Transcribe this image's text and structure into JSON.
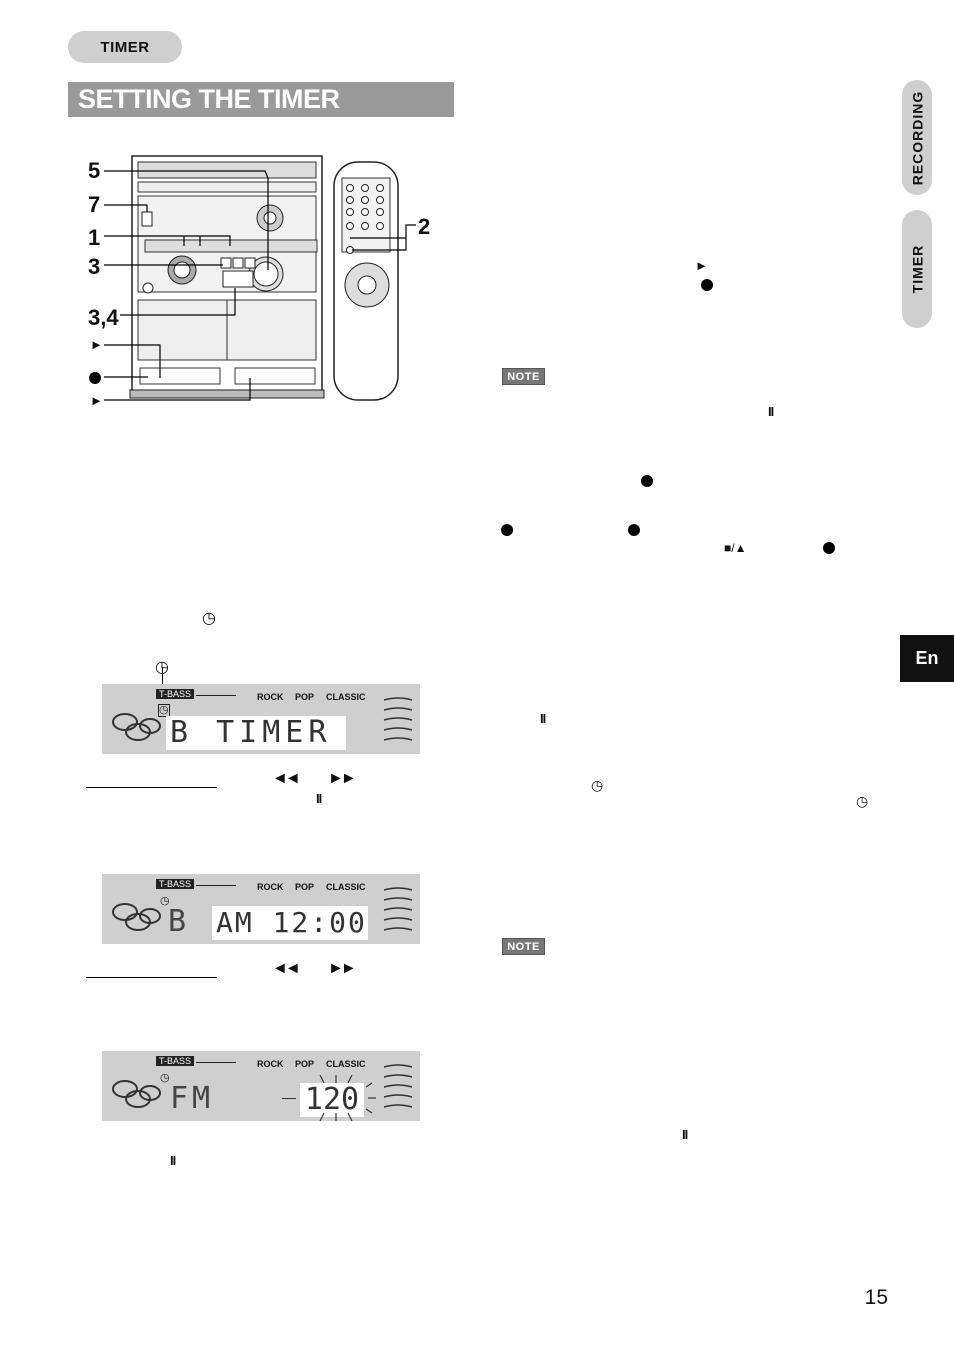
{
  "header": {
    "section_pill": "TIMER",
    "title": "SETTING THE TIMER"
  },
  "side_tabs": {
    "recording": "RECORDING",
    "timer": "TIMER",
    "language": "En"
  },
  "diagram": {
    "labels": [
      "5",
      "7",
      "1",
      "3",
      "3,4",
      "2"
    ]
  },
  "symbols": {
    "play": "►",
    "record": "●",
    "pause": "II",
    "rewind": "◄◄",
    "fast_forward": "►►",
    "stop_eject": "■/▲",
    "timer": "◷"
  },
  "note_label": "NOTE",
  "displays": [
    {
      "segments": {
        "tbass": "T-BASS",
        "rock": "ROCK",
        "pop": "POP",
        "classic": "CLASSIC"
      },
      "text": "B TIMER"
    },
    {
      "segments": {
        "tbass": "T-BASS",
        "rock": "ROCK",
        "pop": "POP",
        "classic": "CLASSIC"
      },
      "index": "B",
      "text": "AM 12:00"
    },
    {
      "segments": {
        "tbass": "T-BASS",
        "rock": "ROCK",
        "pop": "POP",
        "classic": "CLASSIC"
      },
      "band": "FM",
      "value": "120"
    }
  ],
  "page_number": "15"
}
